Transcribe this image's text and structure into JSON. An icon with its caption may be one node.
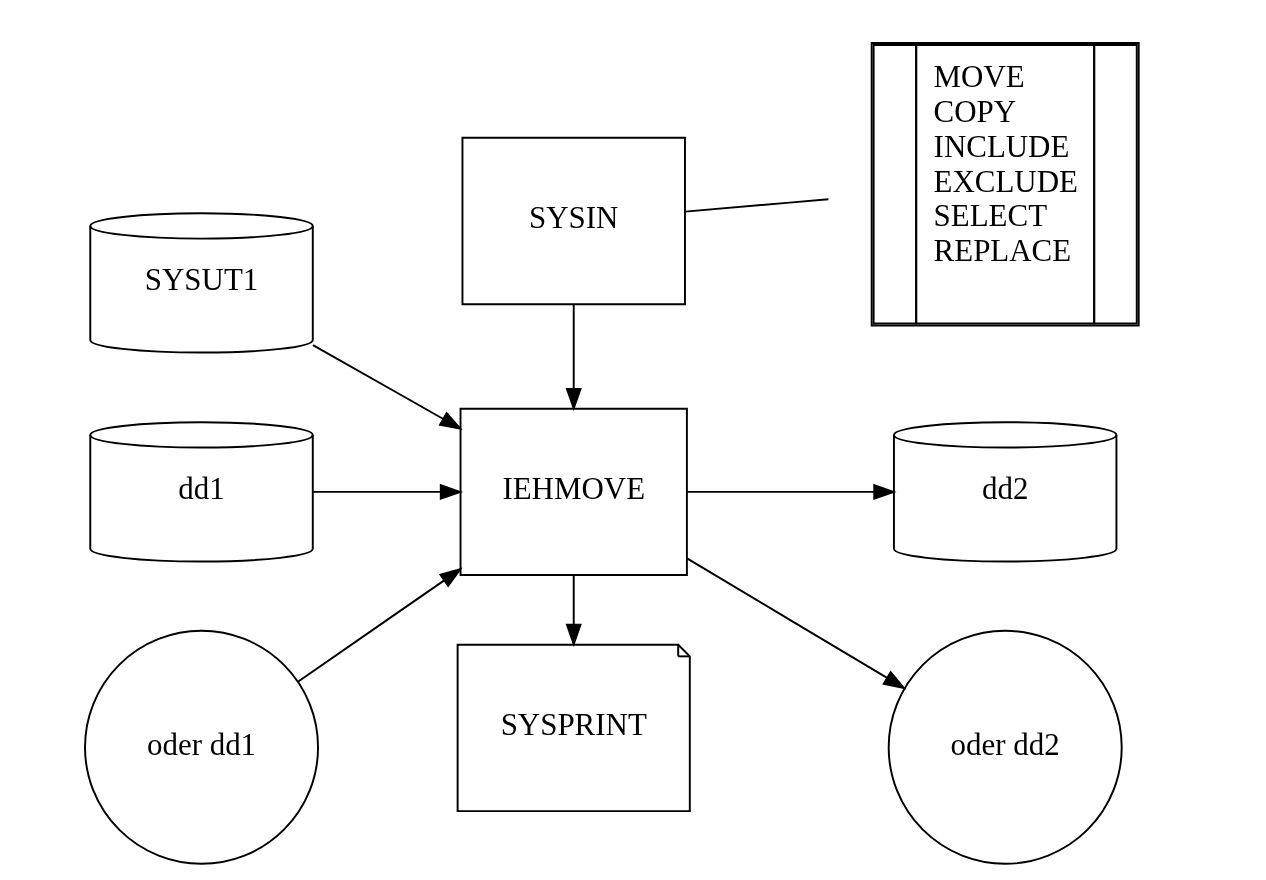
{
  "diagram": {
    "nodes": [
      {
        "text": [
          "SYSUT1"
        ]
      },
      {
        "text": [
          "SYSIN"
        ]
      },
      {
        "text": [
          "MOVE",
          "COPY",
          "INCLUDE",
          "EXCLUDE",
          "SELECT",
          "REPLACE"
        ]
      },
      {
        "text": [
          "dd1"
        ]
      },
      {
        "text": [
          "IEHMOVE"
        ]
      },
      {
        "text": [
          "oder dd1"
        ]
      },
      {
        "text": [
          "dd2"
        ]
      },
      {
        "text": [
          "oder dd2"
        ]
      },
      {
        "text": [
          "SYSPRINT"
        ]
      }
    ],
    "edges": [
      {
        "from": 0,
        "to": 4,
        "arrow": "to"
      },
      {
        "from": 1,
        "to": 4,
        "arrow": "to"
      },
      {
        "from": 1,
        "to": 2,
        "arrow": "none"
      },
      {
        "from": 3,
        "to": 4,
        "arrow": "to"
      },
      {
        "from": 5,
        "to": 4,
        "arrow": "to"
      },
      {
        "from": 4,
        "to": 6,
        "arrow": "to"
      },
      {
        "from": 4,
        "to": 7,
        "arrow": "to"
      },
      {
        "from": 4,
        "to": 8,
        "arrow": "to"
      }
    ]
  }
}
